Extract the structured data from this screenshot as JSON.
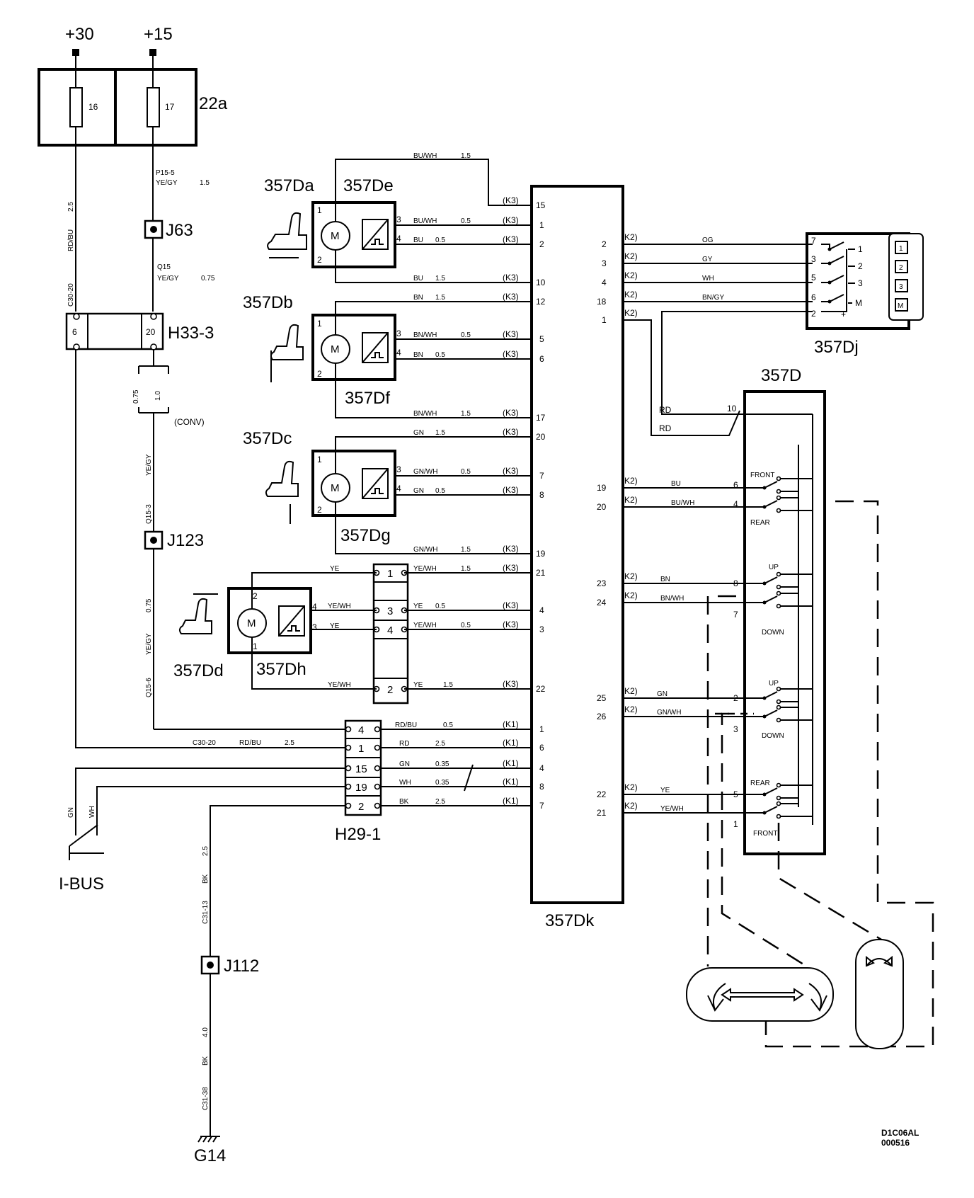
{
  "supply": {
    "plus30": "+30",
    "plus15": "+15"
  },
  "fusebox": {
    "id": "22a",
    "fuse_left": "16",
    "fuse_right": "17"
  },
  "wires_left": {
    "w1_size": "2.5",
    "w1_color": "RD/BU",
    "w1_code": "C30-20",
    "w2_code": "P15-5",
    "w2_color": "YE/GY",
    "w2_size": "1.5",
    "w3_code": "Q15",
    "w3_color": "YE/GY",
    "w3_size": "0.75",
    "conv_a": "0.75",
    "conv_b": "1.0",
    "conv": "(CONV)",
    "w4_color": "YE/GY",
    "w4_code": "Q15-3",
    "w5_size": "0.75",
    "w5_color": "YE/GY",
    "w5_code": "Q15-6",
    "gnd_size1": "2.5",
    "gnd_color1": "BK",
    "gnd_code1": "C31-13",
    "gnd_size2": "4.0",
    "gnd_color2": "BK",
    "gnd_code2": "C31-38",
    "ibus_gn": "GN",
    "ibus_wh": "WH"
  },
  "splices": {
    "j63": "J63",
    "j123": "J123",
    "j112": "J112"
  },
  "connector_h33": {
    "id": "H33-3",
    "pin_a": "6",
    "pin_b": "20"
  },
  "connector_h29": {
    "id": "H29-1",
    "pins": [
      "4",
      "1",
      "15",
      "19",
      "2"
    ]
  },
  "ibus": "I-BUS",
  "ground": "G14",
  "motors": {
    "da": "357Da",
    "de": "357De",
    "db": "357Db",
    "df": "357Df",
    "dc": "357Dc",
    "dg": "357Dg",
    "dd": "357Dd",
    "dh": "357Dh",
    "m": "M"
  },
  "module_dk": "357Dk",
  "module_dj": "357Dj",
  "switch_357d": "357D",
  "dk_left": [
    {
      "color": "BU/WH",
      "size": "1.5",
      "conn": "(K3)",
      "pin": "15"
    },
    {
      "color": "BU/WH",
      "size": "0.5",
      "conn": "(K3)",
      "pin": "1"
    },
    {
      "color": "BU",
      "size": "0.5",
      "conn": "(K3)",
      "pin": "2"
    },
    {
      "color": "BU",
      "size": "1.5",
      "conn": "(K3)",
      "pin": "10"
    },
    {
      "color": "BN",
      "size": "1.5",
      "conn": "(K3)",
      "pin": "12"
    },
    {
      "color": "BN/WH",
      "size": "0.5",
      "conn": "(K3)",
      "pin": "5"
    },
    {
      "color": "BN",
      "size": "0.5",
      "conn": "(K3)",
      "pin": "6"
    },
    {
      "color": "BN/WH",
      "size": "1.5",
      "conn": "(K3)",
      "pin": "17"
    },
    {
      "color": "GN",
      "size": "1.5",
      "conn": "(K3)",
      "pin": "20"
    },
    {
      "color": "GN/WH",
      "size": "0.5",
      "conn": "(K3)",
      "pin": "7"
    },
    {
      "color": "GN",
      "size": "0.5",
      "conn": "(K3)",
      "pin": "8"
    },
    {
      "color": "GN/WH",
      "size": "1.5",
      "conn": "(K3)",
      "pin": "19"
    },
    {
      "color": "YE/WH",
      "size": "1.5",
      "conn": "(K3)",
      "pin": "21"
    },
    {
      "color": "YE",
      "size": "0.5",
      "conn": "(K3)",
      "pin": "4"
    },
    {
      "color": "YE/WH",
      "size": "0.5",
      "conn": "(K3)",
      "pin": "3"
    },
    {
      "color": "YE",
      "size": "1.5",
      "conn": "(K3)",
      "pin": "22"
    },
    {
      "color": "RD/BU",
      "size": "0.5",
      "conn": "(K1)",
      "pin": "1"
    },
    {
      "color": "RD",
      "size": "2.5",
      "conn": "(K1)",
      "pin": "6"
    },
    {
      "color": "GN",
      "size": "0.35",
      "conn": "(K1)",
      "pin": "4"
    },
    {
      "color": "WH",
      "size": "0.35",
      "conn": "(K1)",
      "pin": "8"
    },
    {
      "color": "BK",
      "size": "2.5",
      "conn": "(K1)",
      "pin": "7"
    }
  ],
  "motor_pins": {
    "p1": "1",
    "p2": "2",
    "p3": "3",
    "p4": "4"
  },
  "dd_wires": {
    "ye": "YE",
    "yewh": "YE/WH",
    "c30": "C30-20",
    "rdbu": "RD/BU",
    "s25": "2.5"
  },
  "inline_conn": [
    "1",
    "3",
    "4",
    "2"
  ],
  "dk_right": [
    {
      "pin": "2",
      "conn": "(K2)",
      "color": "OG"
    },
    {
      "pin": "3",
      "conn": "(K2)",
      "color": "GY"
    },
    {
      "pin": "4",
      "conn": "(K2)",
      "color": "WH"
    },
    {
      "pin": "18",
      "conn": "(K2)",
      "color": "BN/GY"
    },
    {
      "pin": "1",
      "conn": "(K2)",
      "color": ""
    },
    {
      "pin": "19",
      "conn": "(K2)",
      "color": "BU"
    },
    {
      "pin": "20",
      "conn": "(K2)",
      "color": "BU/WH"
    },
    {
      "pin": "23",
      "conn": "(K2)",
      "color": "BN"
    },
    {
      "pin": "24",
      "conn": "(K2)",
      "color": "BN/WH"
    },
    {
      "pin": "25",
      "conn": "(K2)",
      "color": "GN"
    },
    {
      "pin": "26",
      "conn": "(K2)",
      "color": "GN/WH"
    },
    {
      "pin": "22",
      "conn": "(K2)",
      "color": "YE"
    },
    {
      "pin": "21",
      "conn": "(K2)",
      "color": "YE/WH"
    }
  ],
  "dj_pins": [
    "7",
    "3",
    "5",
    "6",
    "2",
    "1",
    "2",
    "3",
    "M",
    "+"
  ],
  "memory_buttons": [
    "1",
    "2",
    "3",
    "M"
  ],
  "sw357d": {
    "rd": "RD",
    "p10": "10",
    "p6": "6",
    "p4": "4",
    "p8": "8",
    "p7": "7",
    "p2": "2",
    "p3": "3",
    "p5": "5",
    "p1": "1",
    "front": "FRONT",
    "rear": "REAR",
    "up": "UP",
    "down": "DOWN"
  },
  "doc_code": "D1C06AL",
  "doc_date": "000516"
}
